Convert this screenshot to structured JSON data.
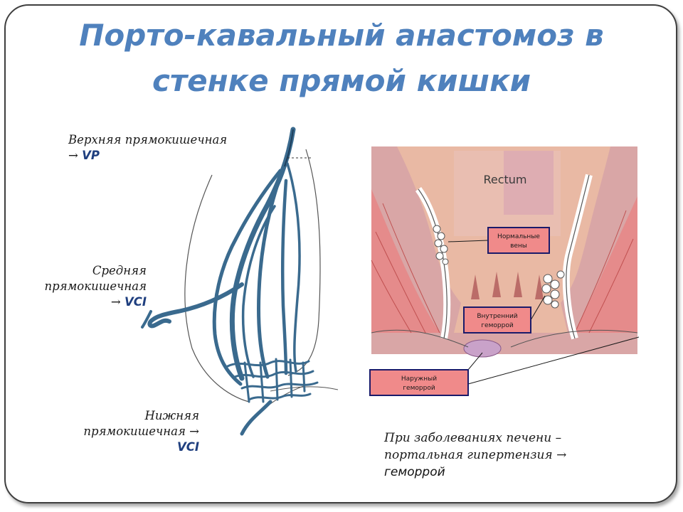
{
  "slide": {
    "title_line1": "Порто-кавальный анастомоз в",
    "title_line2": "стенке прямой кишки"
  },
  "labels": {
    "upper_text": "Верхняя прямокишечная",
    "upper_arrow": "→",
    "upper_vein": "VP",
    "middle_line1": "Средняя",
    "middle_line2": "прямокишечная",
    "middle_arrow": "→",
    "middle_vein": "VCI",
    "lower_line1": "Нижняя",
    "lower_line2": "прямокишечная →",
    "lower_vein": "VCI"
  },
  "rectum_figure": {
    "rectum_label": "Rectum",
    "normal_veins_line1": "Нормальные",
    "normal_veins_line2": "вены",
    "internal_line1": "Внутренний",
    "internal_line2": "геморрой",
    "external_line1": "Наружный",
    "external_line2": "геморрой"
  },
  "disease_note": {
    "line1": "При заболеваниях печени –",
    "line2": "портальная гипертензия →",
    "result": "геморрой"
  },
  "colors": {
    "title": "#4f81bd",
    "vein_blue": "#3a6a8e",
    "callout_fill": "#f08a8a",
    "callout_border": "#1a1a6a"
  }
}
